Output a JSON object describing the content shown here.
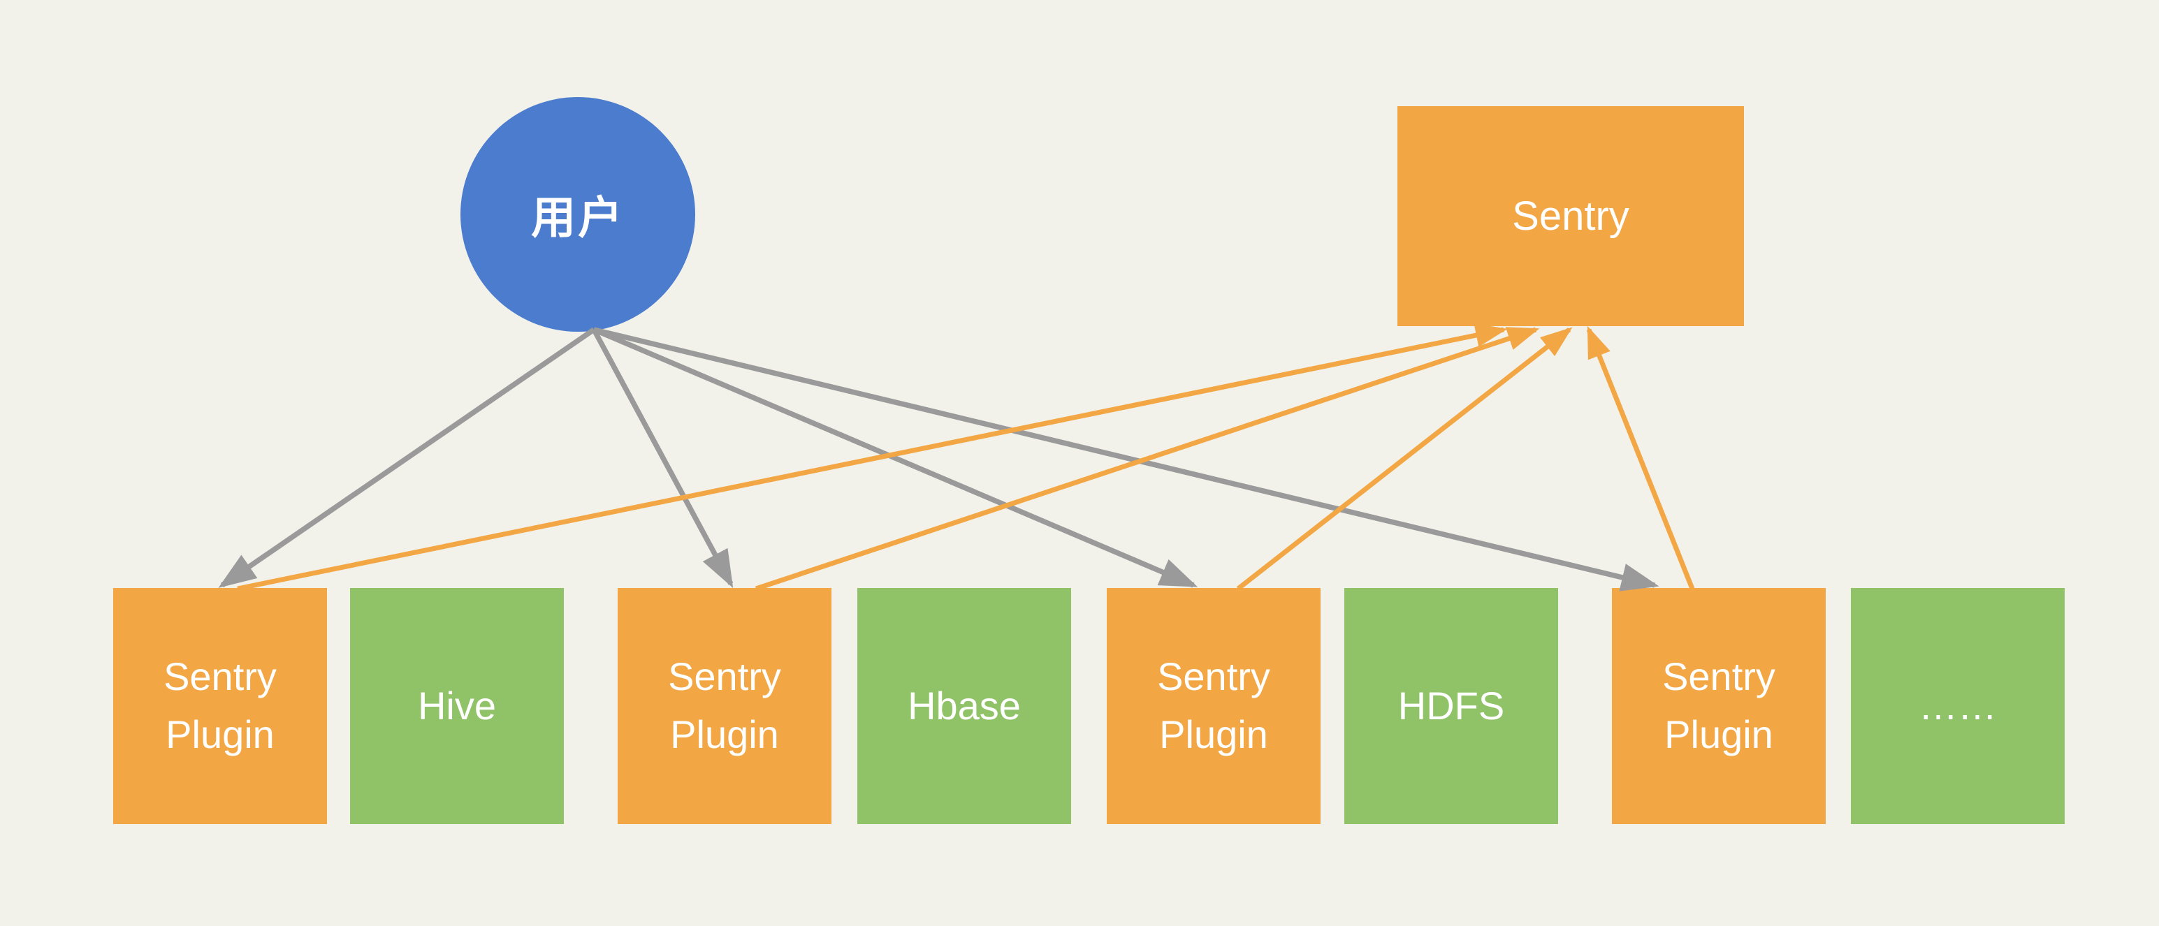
{
  "diagram": {
    "title_hint": "Sentry plugin architecture diagram",
    "background": "#F2F1EA",
    "colors": {
      "user_node_fill": "#4B7CCE",
      "sentry_node_fill": "#F2A644",
      "plugin_node_fill": "#F2A644",
      "service_node_fill": "#90C368",
      "user_edge_color": "#9A9A9A",
      "sentry_edge_color": "#F2A644",
      "label_text_color": "#FFFFFF"
    },
    "nodes": {
      "user": {
        "label": "用户",
        "shape": "circle"
      },
      "sentry": {
        "label": "Sentry",
        "shape": "rect"
      },
      "bottom": [
        {
          "label": "Sentry Plugin",
          "kind": "plugin"
        },
        {
          "label": "Hive",
          "kind": "service"
        },
        {
          "label": "Sentry Plugin",
          "kind": "plugin"
        },
        {
          "label": "Hbase",
          "kind": "service"
        },
        {
          "label": "Sentry Plugin",
          "kind": "plugin"
        },
        {
          "label": "HDFS",
          "kind": "service"
        },
        {
          "label": "Sentry Plugin",
          "kind": "plugin"
        },
        {
          "label": "……",
          "kind": "service"
        }
      ]
    },
    "edges": [
      {
        "from": "user",
        "to": "sentry-plugin-1",
        "color": "gray"
      },
      {
        "from": "user",
        "to": "sentry-plugin-2",
        "color": "gray"
      },
      {
        "from": "user",
        "to": "sentry-plugin-3",
        "color": "gray"
      },
      {
        "from": "user",
        "to": "sentry-plugin-4",
        "color": "gray"
      },
      {
        "from": "sentry-plugin-1",
        "to": "sentry",
        "color": "orange"
      },
      {
        "from": "sentry-plugin-2",
        "to": "sentry",
        "color": "orange"
      },
      {
        "from": "sentry-plugin-3",
        "to": "sentry",
        "color": "orange"
      },
      {
        "from": "sentry-plugin-4",
        "to": "sentry",
        "color": "orange"
      }
    ]
  }
}
